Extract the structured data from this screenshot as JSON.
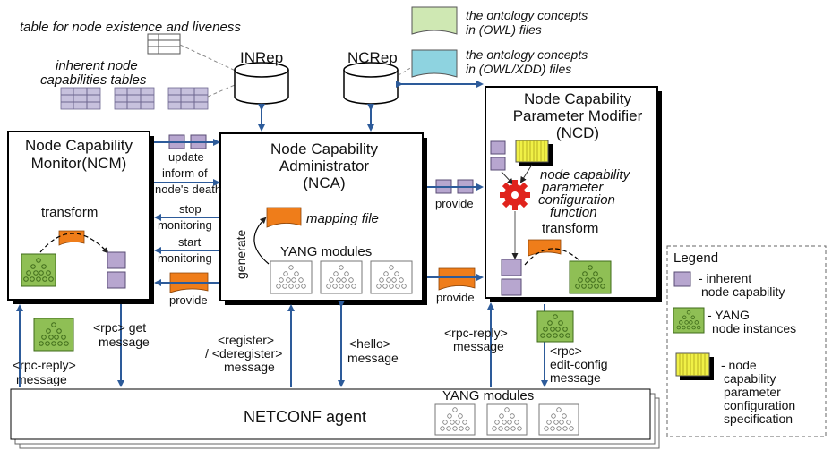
{
  "notes": {
    "table_for_node": "table for node existence and liveness",
    "inherent_tables_1": "inherent node",
    "inherent_tables_2": "capabilities tables",
    "ontology_owl_1": "the ontology concepts",
    "ontology_owl_2": "in (OWL) files",
    "ontology_xdd_1": "the ontology concepts",
    "ontology_xdd_2": "in (OWL/XDD) files"
  },
  "repos": {
    "inrep": "INRep",
    "ncrep": "NCRep"
  },
  "ncm": {
    "title1": "Node Capability",
    "title2": "Monitor(NCM)",
    "transform": "transform"
  },
  "nca": {
    "title1": "Node Capability",
    "title2": "Administrator",
    "title3": "(NCA)",
    "mapping": "mapping file",
    "generate": "generate",
    "yang": "YANG modules"
  },
  "ncd": {
    "title1": "Node Capability",
    "title2": "Parameter Modifier",
    "title3": "(NCD)",
    "func1": "node capability",
    "func2": "parameter",
    "func3": "configuration",
    "func4": "function",
    "transform": "transform"
  },
  "links": {
    "update": "update",
    "inform1": "inform of",
    "inform2": "node's death",
    "stop1": "stop",
    "stop2": "monitoring",
    "start1": "start",
    "start2": "monitoring",
    "provide_ncm": "provide",
    "provide_ncd_top": "provide",
    "provide_ncd_bottom": "provide",
    "rpc_get1": "<rpc> get",
    "rpc_get2": "message",
    "rpc_reply_left1": "<rpc-reply>",
    "rpc_reply_left2": "message",
    "register1": "<register>",
    "register2": "/ <deregister>",
    "register3": "message",
    "hello1": "<hello>",
    "hello2": "message",
    "rpc_reply_right1": "<rpc-reply>",
    "rpc_reply_right2": "message",
    "edit1": "<rpc>",
    "edit2": "edit-config",
    "edit3": "message"
  },
  "agent": {
    "title": "NETCONF agent",
    "yang": "YANG modules"
  },
  "legend": {
    "title": "Legend",
    "item1a": "- inherent",
    "item1b": "node capability",
    "item2a": "- YANG",
    "item2b": "node instances",
    "item3a": "- node",
    "item3b": "capability",
    "item3c": "parameter",
    "item3d": "configuration",
    "item3e": "specification"
  },
  "colors": {
    "arrow": "#2d5b9a",
    "capability": "#b7a6cf",
    "yang_node": "#8fbf55",
    "mapping": "#ef7d1a",
    "spec": "#f0f046",
    "owl": "#cfe8b3",
    "xdd": "#8ed3e0",
    "gear": "#e0231c"
  }
}
